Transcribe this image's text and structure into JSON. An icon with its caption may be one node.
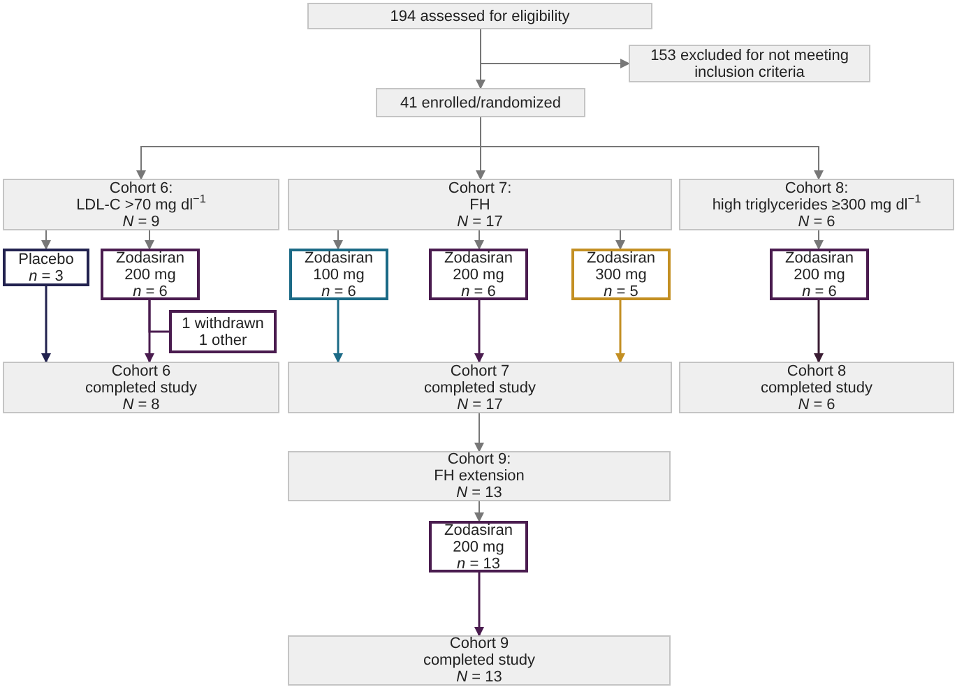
{
  "diagram": {
    "nodes": [
      {
        "text": [
          "194 assessed for eligibility"
        ]
      },
      {
        "text": [
          "153 excluded for not meeting inclusion criteria"
        ]
      },
      {
        "text": [
          "41 enrolled/randomized"
        ]
      },
      {
        "text": [
          "Cohort 6:",
          "LDL-C >70 mg dl$^{−1}$",
          "*N* = 9"
        ]
      },
      {
        "text": [
          "Cohort 7:",
          "FH",
          "*N* = 17"
        ]
      },
      {
        "text": [
          "Cohort 8:",
          "high triglycerides ≥300 mg dl$^{−1}$",
          "*N* = 6"
        ]
      },
      {
        "text": [
          "Placebo",
          "*n* = 3"
        ]
      },
      {
        "text": [
          "Zodasiran",
          "200 mg",
          "*n* = 6"
        ]
      },
      {
        "text": [
          "Zodasiran",
          "100 mg",
          "*n* = 6"
        ]
      },
      {
        "text": [
          "Zodasiran",
          "200 mg",
          "*n* = 6"
        ]
      },
      {
        "text": [
          "Zodasiran",
          "300 mg",
          "*n* = 5"
        ]
      },
      {
        "text": [
          "Zodasiran",
          "200 mg",
          "*n* = 6"
        ]
      },
      {
        "text": [
          "1 withdrawn",
          "1 other"
        ]
      },
      {
        "text": [
          "Cohort 6",
          "completed study",
          "*N* = 8"
        ]
      },
      {
        "text": [
          "Cohort 7",
          "completed study",
          "*N* = 17"
        ]
      },
      {
        "text": [
          "Cohort 8",
          "completed study",
          "*N* = 6"
        ]
      },
      {
        "text": [
          "Cohort 9:",
          "FH extension",
          "*N* = 13"
        ]
      },
      {
        "text": [
          "Zodasiran",
          "200 mg",
          "*n* = 13"
        ]
      },
      {
        "text": [
          "Cohort 9",
          "completed study",
          "*N* = 13"
        ]
      }
    ],
    "edges": [
      {
        "from": 0,
        "to": 2,
        "arrow": "to"
      },
      {
        "from": 0,
        "to": 1,
        "arrow": "to"
      },
      {
        "from": 2,
        "to": 3,
        "arrow": "to"
      },
      {
        "from": 2,
        "to": 4,
        "arrow": "to"
      },
      {
        "from": 2,
        "to": 5,
        "arrow": "to"
      },
      {
        "from": 3,
        "to": 6,
        "arrow": "to"
      },
      {
        "from": 3,
        "to": 7,
        "arrow": "to"
      },
      {
        "from": 4,
        "to": 8,
        "arrow": "to"
      },
      {
        "from": 4,
        "to": 9,
        "arrow": "to"
      },
      {
        "from": 4,
        "to": 10,
        "arrow": "to"
      },
      {
        "from": 5,
        "to": 11,
        "arrow": "to"
      },
      {
        "from": 6,
        "to": 13,
        "arrow": "to",
        "color": "#22224f"
      },
      {
        "from": 7,
        "to": 13,
        "arrow": "to",
        "color": "#4a1c4f"
      },
      {
        "from": 7,
        "to": 12,
        "arrow": "none",
        "color": "#4a1c4f"
      },
      {
        "from": 8,
        "to": 14,
        "arrow": "to",
        "color": "#1b6a86"
      },
      {
        "from": 9,
        "to": 14,
        "arrow": "to",
        "color": "#4a1c4f"
      },
      {
        "from": 10,
        "to": 14,
        "arrow": "to",
        "color": "#c38f22"
      },
      {
        "from": 11,
        "to": 15,
        "arrow": "to",
        "color": "#3a1c33"
      },
      {
        "from": 14,
        "to": 16,
        "arrow": "to"
      },
      {
        "from": 16,
        "to": 17,
        "arrow": "to"
      },
      {
        "from": 17,
        "to": 18,
        "arrow": "to",
        "color": "#4a1c4f"
      }
    ]
  }
}
